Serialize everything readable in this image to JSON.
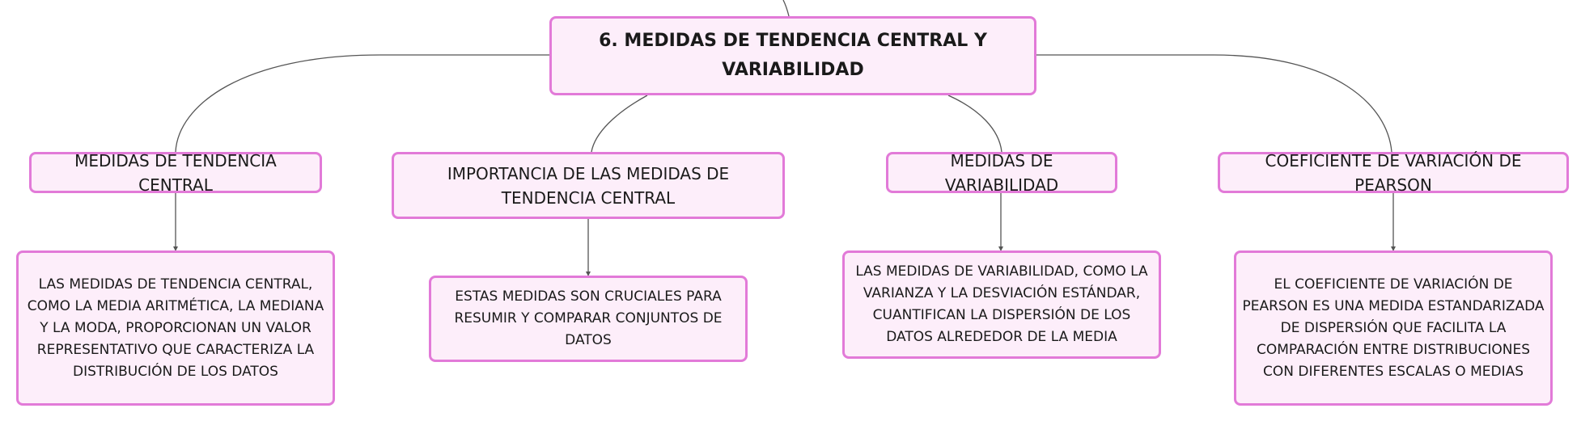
{
  "root": {
    "title": "6. MEDIDAS DE TENDENCIA CENTRAL Y VARIABILIDAD"
  },
  "branches": [
    {
      "title": "MEDIDAS DE TENDENCIA CENTRAL",
      "detail": "LAS MEDIDAS DE TENDENCIA CENTRAL, COMO LA MEDIA ARITMÉTICA, LA MEDIANA Y LA MODA, PROPORCIONAN UN VALOR REPRESENTATIVO QUE CARACTERIZA LA DISTRIBUCIÓN DE LOS DATOS"
    },
    {
      "title": "IMPORTANCIA DE LAS MEDIDAS DE TENDENCIA CENTRAL",
      "detail": "ESTAS MEDIDAS SON CRUCIALES PARA RESUMIR Y COMPARAR CONJUNTOS DE DATOS"
    },
    {
      "title": "MEDIDAS DE VARIABILIDAD",
      "detail": "LAS MEDIDAS DE VARIABILIDAD, COMO LA VARIANZA Y LA DESVIACIÓN ESTÁNDAR, CUANTIFICAN LA DISPERSIÓN DE LOS DATOS ALREDEDOR DE LA MEDIA"
    },
    {
      "title": "COEFICIENTE DE VARIACIÓN DE PEARSON",
      "detail": "EL COEFICIENTE DE VARIACIÓN DE PEARSON ES UNA MEDIDA ESTANDARIZADA DE DISPERSIÓN QUE FACILITA LA COMPARACIÓN ENTRE DISTRIBUCIONES CON DIFERENTES ESCALAS O MEDIAS"
    }
  ],
  "colors": {
    "node_fill": "#fdeefa",
    "node_border": "#e27ad8",
    "connector": "#555555",
    "text": "#1a1a1a"
  }
}
